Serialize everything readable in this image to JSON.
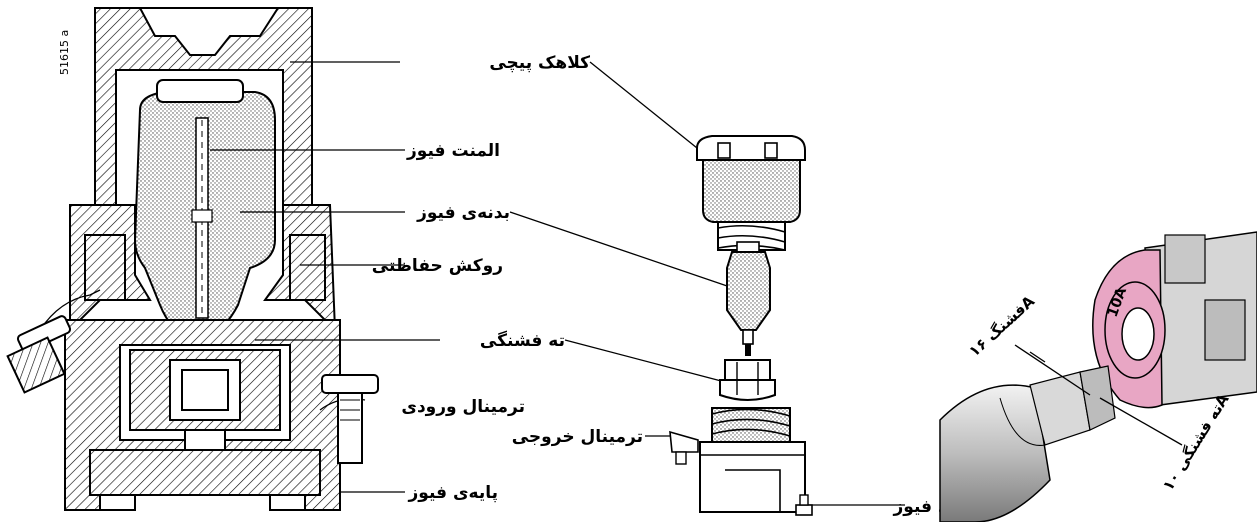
{
  "figure_id": "51615 a",
  "labels": {
    "screw_cap": "کلاهک پیچی",
    "fuse_element": "المنت فیوز",
    "fuse_body": "بدنه‌ی فیوز",
    "protective_cover": "روکش حفاظتی",
    "gauge_piece": "ته فشنگی",
    "input_terminal": "ترمینال ورودی",
    "output_terminal": "ترمینال خروجی",
    "fuse_base": "پایه‌ی فیوز",
    "fuse_base_exploded": "پایه‌ی فیوز",
    "cartridge_16a": "فشنگ ۱۶A",
    "gauge_10a": "ته فشنگی ۱۰A",
    "gauge_marking": "10A"
  },
  "colors": {
    "line": "#000000",
    "hatch_fill": "#ffffff",
    "pink_ring": "#e8a6c4",
    "cartridge_gray": "#cfcfcf"
  }
}
